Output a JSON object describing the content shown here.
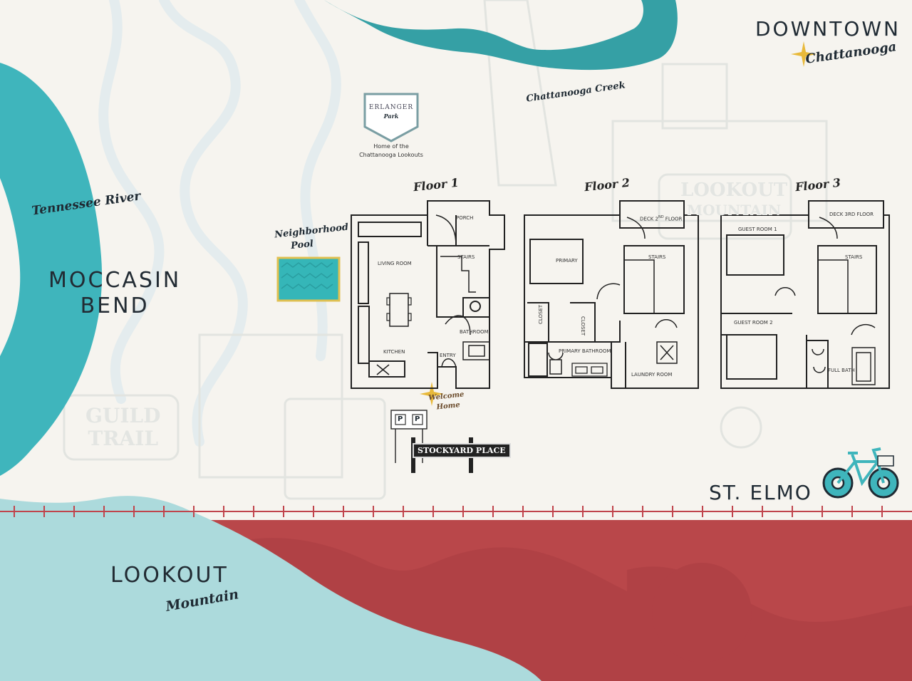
{
  "regions": {
    "downtown": "DOWNTOWN",
    "downtown_sub": "Chattanooga",
    "moccasin_line1": "MOCCASIN",
    "moccasin_line2": "BEND",
    "lookout": "LOOKOUT",
    "lookout_sub": "Mountain",
    "st_elmo": "ST. ELMO"
  },
  "waterways": {
    "tennessee_river": "Tennessee River",
    "chattanooga_creek": "Chattanooga Creek"
  },
  "landmarks": {
    "erlanger_title": "ERLANGER",
    "erlanger_sub": "Park",
    "erlanger_caption_line1": "Home of the",
    "erlanger_caption_line2": "Chattanooga Lookouts",
    "pool_line1": "Neighborhood",
    "pool_line2": "Pool",
    "welcome_line1": "Welcome",
    "welcome_line2": "Home",
    "parking_label": "P",
    "street_sign": "STOCKYARD PLACE"
  },
  "background_signs": {
    "guild_line1": "GUILD",
    "guild_line2": "TRAIL",
    "lookout_sign_line1": "LOOKOUT",
    "lookout_sign_line2": "MOUNTAIN"
  },
  "floor_plans": {
    "floor1": {
      "title": "Floor 1",
      "rooms": {
        "porch": "PORCH",
        "stairs": "STAIRS",
        "living": "LIVING ROOM",
        "kitchen": "KITCHEN",
        "entry": "ENTRY",
        "bathroom": "BATHROOM"
      }
    },
    "floor2": {
      "title": "Floor 2",
      "rooms": {
        "deck_pre": "DECK 2",
        "deck_sup": "ND",
        "deck_post": " FLOOR",
        "primary": "PRIMARY",
        "stairs": "STAIRS",
        "closet1": "CLOSET",
        "closet2": "CLOSET",
        "primary_bath": "PRIMARY BATHROOM",
        "laundry": "LAUNDRY ROOM"
      }
    },
    "floor3": {
      "title": "Floor 3",
      "rooms": {
        "deck": "DECK 3RD FLOOR",
        "guest1": "GUEST ROOM 1",
        "stairs": "STAIRS",
        "guest2": "GUEST ROOM 2",
        "full_bath": "FULL BATH"
      }
    }
  },
  "colors": {
    "background": "#f6f4ef",
    "teal_water": "#3fb5bc",
    "river_band": "#35a0a5",
    "mountain_light": "#acdadc",
    "mountain_red": "#b9474a",
    "star_gold": "#e8b93a",
    "pool_teal": "#35b6b8",
    "rail_red": "#c0444c",
    "ink": "#222222"
  },
  "icons": {
    "bicycle": "bicycle-icon",
    "star": "sparkle-star-icon",
    "parking": "parking-sign-icon",
    "street_sign": "street-sign-icon"
  }
}
